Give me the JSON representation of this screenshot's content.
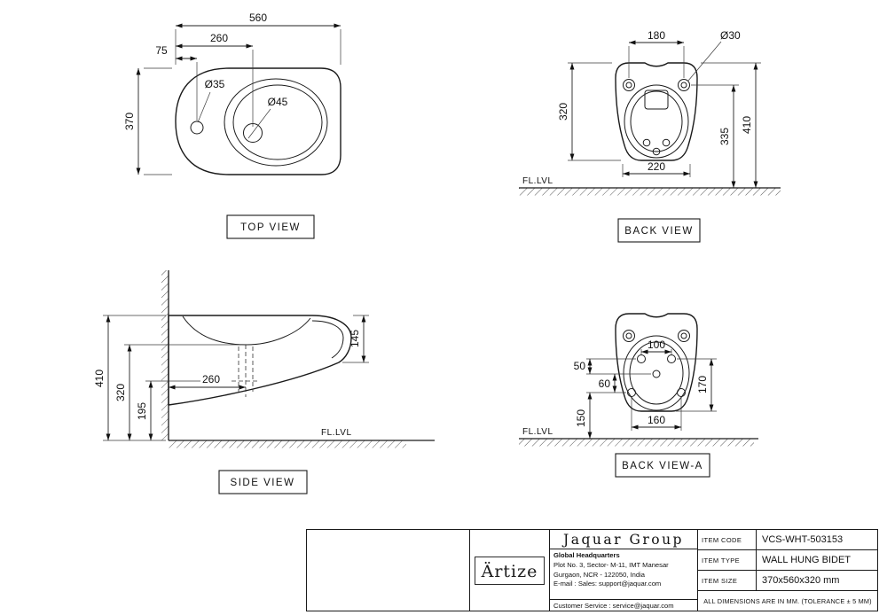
{
  "views": {
    "top": {
      "label": "TOP VIEW",
      "dim_length": "560",
      "dim_hole2_offset": "260",
      "dim_hole1_offset": "75",
      "dim_width": "370",
      "dim_hole1_dia": "Ø35",
      "dim_hole2_dia": "Ø45"
    },
    "back": {
      "label": "BACK VIEW",
      "fl_lvl": "FL.LVL",
      "dim_hole_spacing": "180",
      "dim_hole_dia": "Ø30",
      "dim_body_height": "320",
      "dim_hole_height": "335",
      "dim_total_height": "410",
      "dim_bottom_width": "220"
    },
    "side": {
      "label": "SIDE VIEW",
      "fl_lvl": "FL.LVL",
      "dim_total_height": "410",
      "dim_basin_height": "320",
      "dim_drain_height": "195",
      "dim_front_height": "145",
      "dim_drain_offset": "260"
    },
    "back_a": {
      "label": "BACK VIEW-A",
      "fl_lvl": "FL.LVL",
      "dim_inlet_spacing": "100",
      "dim_inlet_drop": "50",
      "dim_side_height": "170",
      "dim_fix_drop": "60",
      "dim_fix_height": "150",
      "dim_fix_spacing": "160"
    }
  },
  "title_block": {
    "logo": "Ärtize",
    "company": "Jaquar Group",
    "hq": "Global Headquarters",
    "address_line1": "Plot No. 3, Sector- M-11, IMT Manesar",
    "address_line2": "Gurgaon, NCR - 122050, India",
    "email_line": "E-mail : Sales: support@jaquar.com",
    "service_line": "Customer Service : service@jaquar.com",
    "item_code_label": "ITEM CODE",
    "item_code": "VCS-WHT-503153",
    "item_type_label": "ITEM TYPE",
    "item_type": "WALL HUNG BIDET",
    "item_size_label": "ITEM SIZE",
    "item_size": "370x560x320 mm",
    "tolerance_note": "ALL DIMENSIONS ARE IN MM. (TOLERANCE ± 5 MM)"
  }
}
